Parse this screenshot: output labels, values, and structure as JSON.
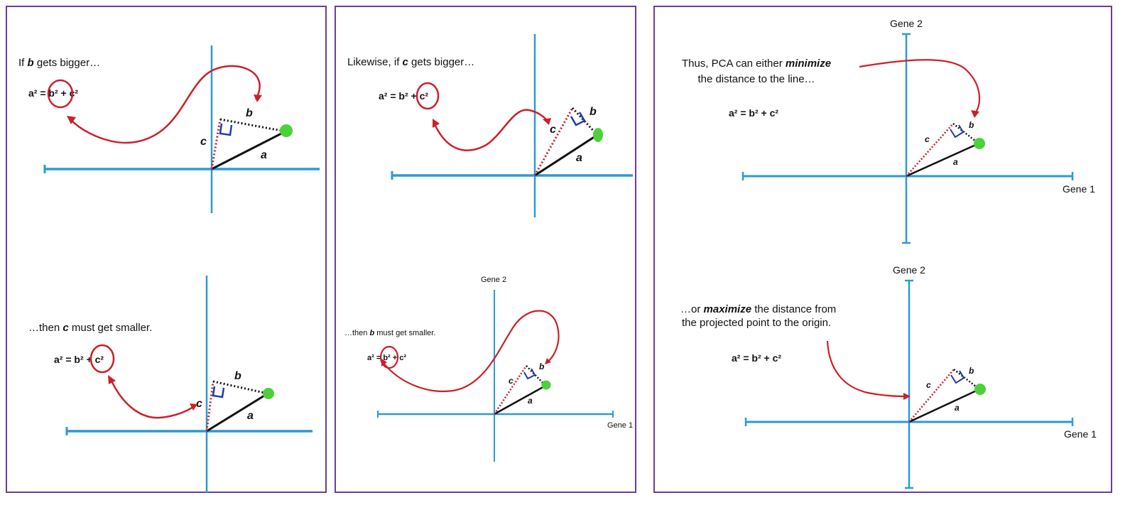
{
  "colors": {
    "axis": "#2b9ad6",
    "arrow": "#cc1f2a",
    "point": "#4cd13a",
    "projection": "#111111",
    "dotted_c": "#cc1f2a",
    "right_angle": "#1f3bb0",
    "frame": "#6a3d9a"
  },
  "panel1": {
    "top": {
      "caption_pre": "If ",
      "caption_var": "b",
      "caption_post": " gets bigger…",
      "equation": "a² = b² + c²",
      "label_a": "a",
      "label_b": "b",
      "label_c": "c"
    },
    "bottom": {
      "caption_pre": "…then ",
      "caption_var": "c",
      "caption_post": " must get smaller.",
      "equation": "a² = b² + c²",
      "label_a": "a",
      "label_b": "b",
      "label_c": "c"
    }
  },
  "panel2": {
    "top": {
      "caption_pre": "Likewise, if ",
      "caption_var": "c",
      "caption_post": " gets bigger…",
      "equation": "a² = b² + c²",
      "label_a": "a",
      "label_b": "b",
      "label_c": "c"
    },
    "bottom": {
      "caption_pre": "…then ",
      "caption_var": "b",
      "caption_post": " must get smaller.",
      "equation": "a² = b² + c²",
      "gene_y": "Gene 2",
      "gene_x": "Gene 1",
      "label_a": "a",
      "label_b": "b",
      "label_c": "c"
    }
  },
  "panel3": {
    "top": {
      "caption_line1_pre": "Thus, PCA can either ",
      "caption_line1_em": "minimize",
      "caption_line2": "the distance to the line…",
      "equation": "a² = b² + c²",
      "gene_y": "Gene 2",
      "gene_x": "Gene 1",
      "label_a": "a",
      "label_b": "b",
      "label_c": "c"
    },
    "bottom": {
      "caption_line1_pre": "…or ",
      "caption_line1_em": "maximize",
      "caption_line1_post": " the distance from",
      "caption_line2": "the projected point to the origin.",
      "equation": "a² = b² + c²",
      "gene_y": "Gene 2",
      "gene_x": "Gene 1",
      "label_a": "a",
      "label_b": "b",
      "label_c": "c"
    }
  }
}
